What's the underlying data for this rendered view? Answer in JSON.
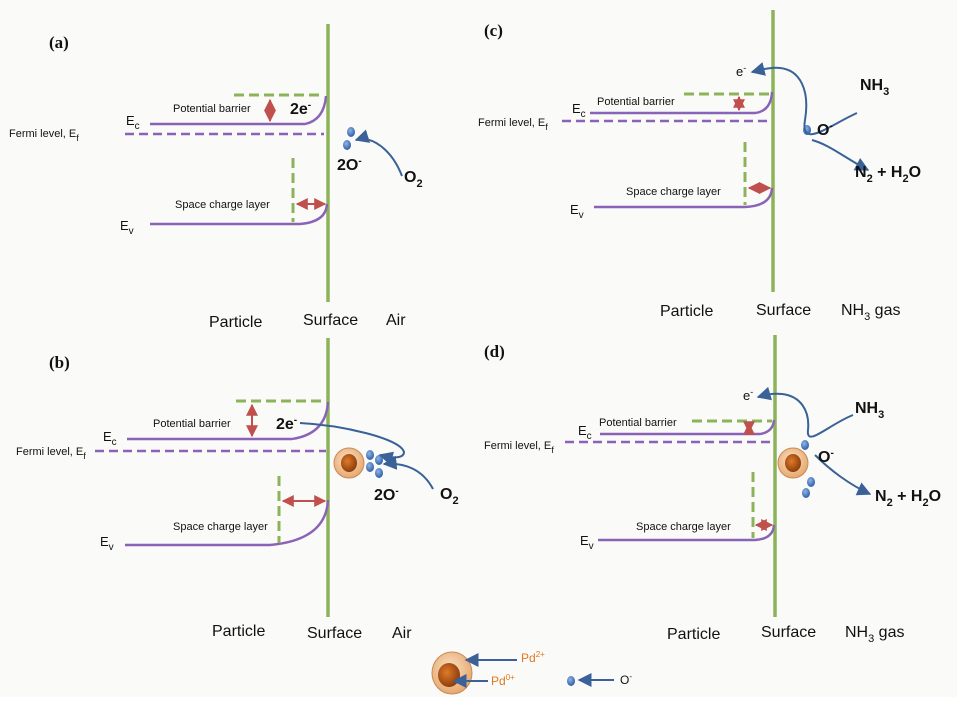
{
  "panels": [
    {
      "id": "a",
      "label": "(a)",
      "ec": "E",
      "ec_sub": "c",
      "ef": "Fermi level, E",
      "ef_sub": "f",
      "ev": "E",
      "ev_sub": "v",
      "barrier": "Potential barrier",
      "space": "Space charge layer",
      "electrons": "2e",
      "electrons_sup": "-",
      "adsorbed": "2O",
      "adsorbed_sup": "-",
      "gas": "O",
      "gas_sub": "2",
      "x_particle": "Particle",
      "x_surface": "Surface",
      "x_gas": "Air"
    },
    {
      "id": "b",
      "label": "(b)",
      "ec": "E",
      "ec_sub": "c",
      "ef": "Fermi level, E",
      "ef_sub": "f",
      "ev": "E",
      "ev_sub": "v",
      "barrier": "Potential barrier",
      "space": "Space charge layer",
      "electrons": "2e",
      "electrons_sup": "-",
      "adsorbed": "2O",
      "adsorbed_sup": "-",
      "gas": "O",
      "gas_sub": "2",
      "x_particle": "Particle",
      "x_surface": "Surface",
      "x_gas": "Air"
    },
    {
      "id": "c",
      "label": "(c)",
      "ec": "E",
      "ec_sub": "c",
      "ef": "Fermi level, E",
      "ef_sub": "f",
      "ev": "E",
      "ev_sub": "v",
      "barrier": "Potential barrier",
      "space": "Space charge layer",
      "electron": "e",
      "electron_sup": "-",
      "ion": "O",
      "ion_sup": "-",
      "nh3": "NH",
      "nh3_sub": "3",
      "prod_a": "N",
      "prod_a_sub": "2",
      "prod_b": " + H",
      "prod_b_sub": "2",
      "prod_c": "O",
      "x_particle": "Particle",
      "x_surface": "Surface",
      "x_gas": "NH",
      "x_gas_sub": "3",
      "x_gas_tail": " gas"
    },
    {
      "id": "d",
      "label": "(d)",
      "ec": "E",
      "ec_sub": "c",
      "ef": "Fermi level, E",
      "ef_sub": "f",
      "ev": "E",
      "ev_sub": "v",
      "barrier": "Potential barrier",
      "space": "Space charge layer",
      "electron": "e",
      "electron_sup": "-",
      "ion": "O",
      "ion_sup": "-",
      "nh3": "NH",
      "nh3_sub": "3",
      "prod_a": "N",
      "prod_a_sub": "2",
      "prod_b": " + H",
      "prod_b_sub": "2",
      "prod_c": "O",
      "x_particle": "Particle",
      "x_surface": "Surface",
      "x_gas": "NH",
      "x_gas_sub": "3",
      "x_gas_tail": " gas"
    }
  ],
  "legend": {
    "pd2": "Pd",
    "pd2_sup": "2+",
    "pd0": "Pd",
    "pd0_sup": "0+",
    "o": "O",
    "o_sup": "-"
  },
  "colors": {
    "band": "#8a63b8",
    "surface": "#8db35a",
    "arrow": "#3a6198",
    "barrier_arrow": "#c0504d",
    "oxygen_ion": "#3f6fb5",
    "pd_outer": "#f0c49a",
    "pd_inner": "#c8641e",
    "pd_text": "#e07820"
  }
}
